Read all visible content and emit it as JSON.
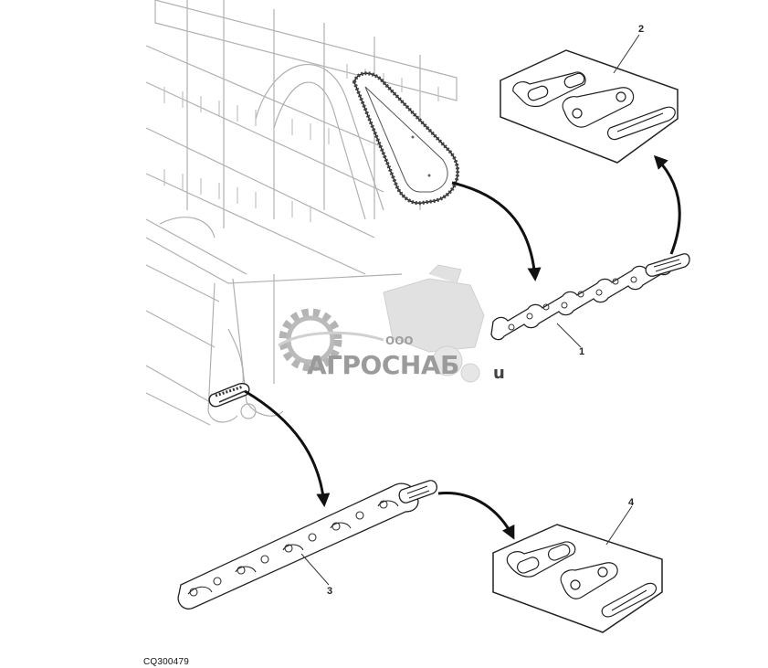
{
  "figure": {
    "code": "CQ300479",
    "callouts": [
      "1",
      "2",
      "3",
      "4"
    ]
  },
  "watermark": {
    "prefix": "ООО",
    "name": "АГРОСНАБ",
    "suffix": "u",
    "color": "#9a9a9a"
  },
  "colors": {
    "line": "#333333",
    "light_line": "#b5b5b5",
    "arrow": "#111111"
  },
  "icons": [
    "gear-icon",
    "combine-harvester-icon"
  ]
}
